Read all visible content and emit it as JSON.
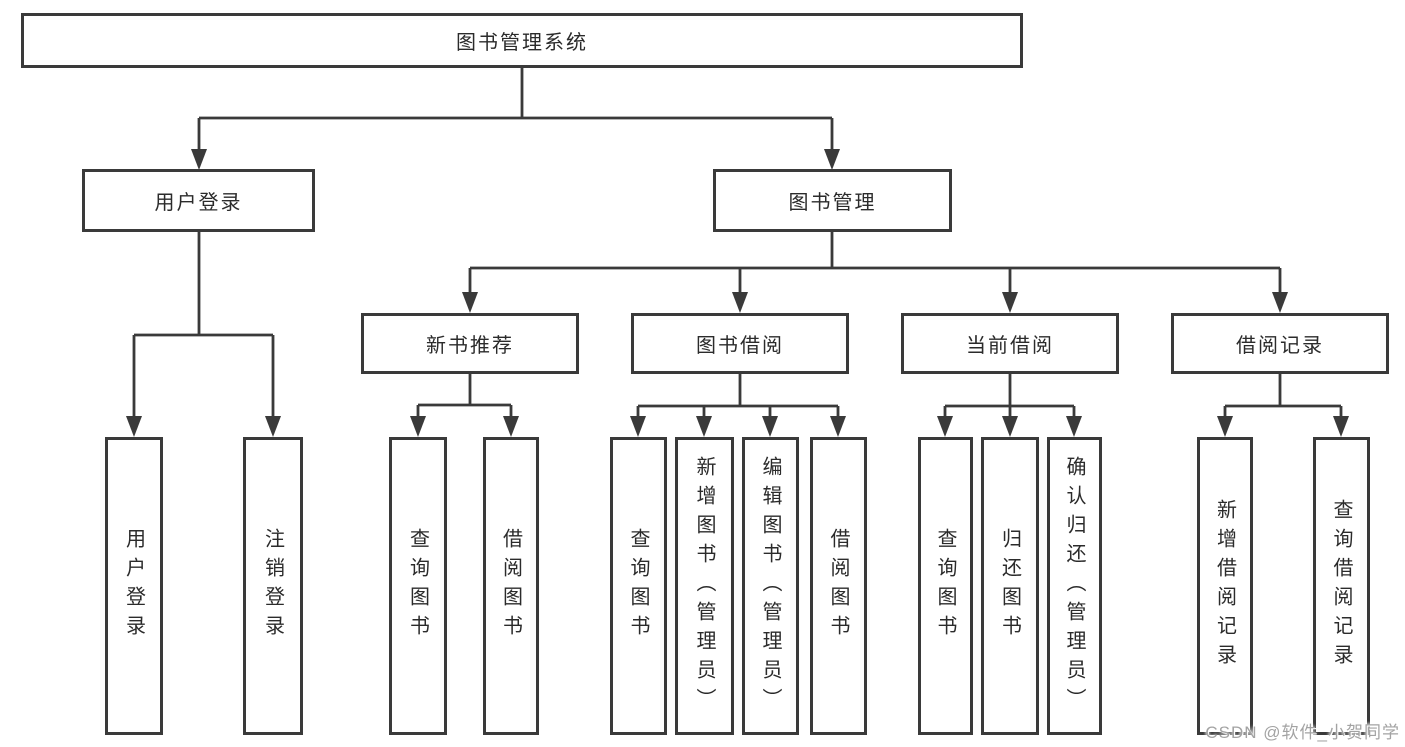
{
  "diagram": {
    "root": {
      "label": "图书管理系统"
    },
    "level2": [
      {
        "label": "用户登录"
      },
      {
        "label": "图书管理"
      }
    ],
    "level3": [
      {
        "label": "新书推荐"
      },
      {
        "label": "图书借阅"
      },
      {
        "label": "当前借阅"
      },
      {
        "label": "借阅记录"
      }
    ],
    "leaves": {
      "user_login": [
        "用户登录",
        "注销登录"
      ],
      "new_book": [
        "查询图书",
        "借阅图书"
      ],
      "book_borrow": [
        "查询图书",
        "新增图书（管理员）",
        "编辑图书（管理员）",
        "借阅图书"
      ],
      "current_borrow": [
        "查询图书",
        "归还图书",
        "确认归还（管理员）"
      ],
      "borrow_record": [
        "新增借阅记录",
        "查询借阅记录"
      ]
    }
  },
  "watermark": "CSDN @软件_小贺同学",
  "colors": {
    "line": "#3a3a3a",
    "text": "#2b2b2b",
    "watermark": "#a3a3a3",
    "background": "#ffffff"
  }
}
